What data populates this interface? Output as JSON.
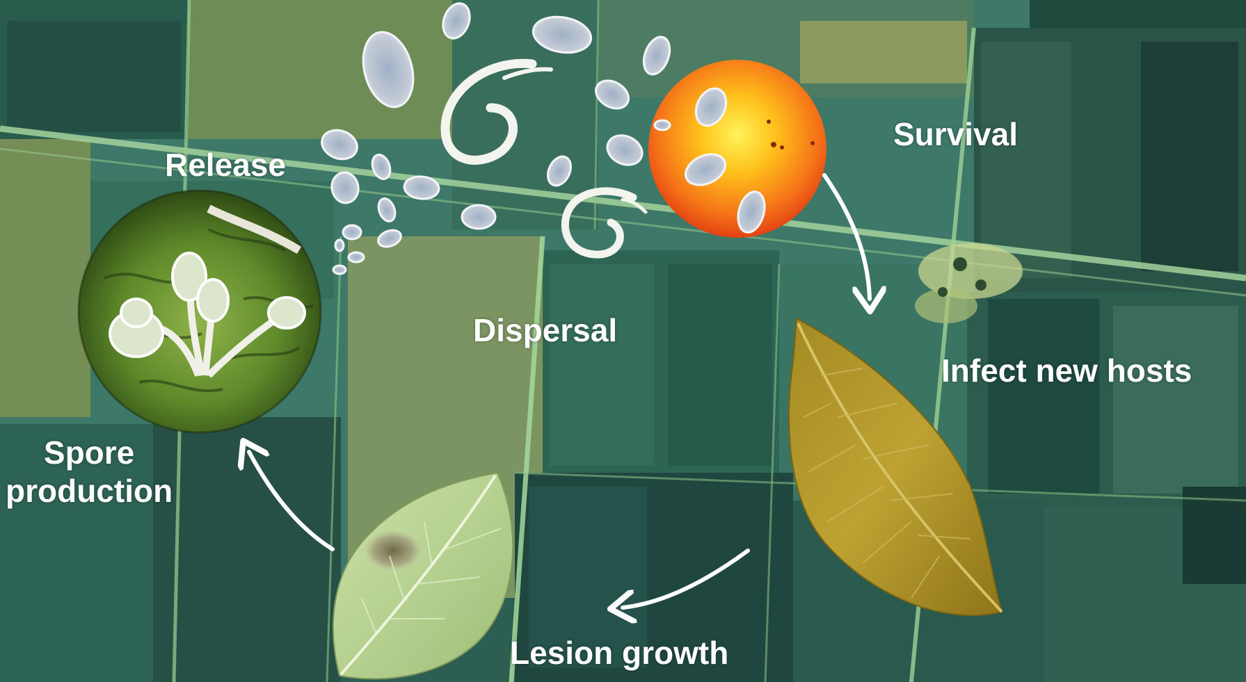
{
  "labels": {
    "release": "Release",
    "dispersal": "Dispersal",
    "survival": "Survival",
    "infect_new_hosts": "Infect new hosts",
    "spore_production_line1": "Spore",
    "spore_production_line2": "production",
    "lesion_growth": "Lesion growth"
  },
  "colors": {
    "field_dark": "#24524a",
    "field_mid": "#3f7a6a",
    "field_light": "#7f9a58",
    "road": "#a8d8a0",
    "sun_core": "#ffe84a",
    "sun_edge": "#ea3a10",
    "arrow": "#ffffff",
    "label_text": "#ffffff",
    "spore_fill": "#c8d0dc",
    "leaf_yellow": "#b59a2e",
    "leaf_green": "#b8d494"
  },
  "icons": {
    "background": "aerial-farmland-photo",
    "sun": "sun-icon",
    "spores": "spore-icon",
    "wind": "wind-swirl-icon",
    "microscope": "sporangiophore-micrograph",
    "healthy_leaf": "healthy-leaf-icon",
    "lesioned_leaf": "lesioned-leaf-icon",
    "arrows": "cycle-arrow-icon"
  }
}
